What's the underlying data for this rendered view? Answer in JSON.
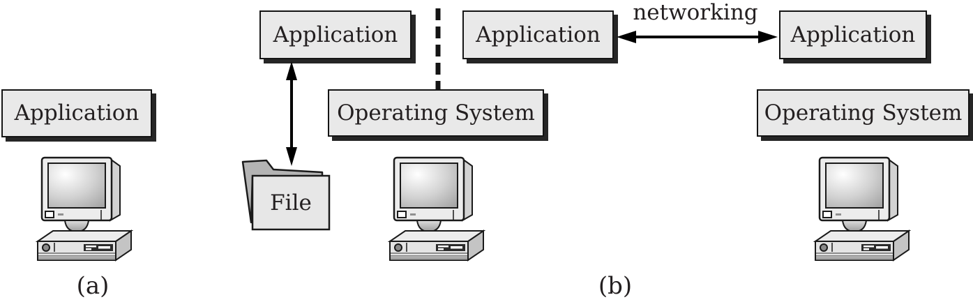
{
  "figure": {
    "part_a": {
      "caption": "(a)",
      "application_label": "Application"
    },
    "part_b": {
      "caption": "(b)",
      "networking_label": "networking",
      "left_host": {
        "file_application_label": "Application",
        "network_application_label": "Application",
        "os_label": "Operating System",
        "file_label": "File"
      },
      "right_host": {
        "application_label": "Application",
        "os_label": "Operating System"
      }
    },
    "icons": {
      "computer": "computer-icon",
      "folder": "folder-icon"
    },
    "colors": {
      "background": "#ffffff",
      "box_fill": "#e9e9e9",
      "box_border": "#141414",
      "box_shadow": "#262626",
      "text": "#231f20",
      "folder_back": "#b4b4b4",
      "folder_front": "#e7e7e7",
      "arrow": "#000000"
    }
  }
}
